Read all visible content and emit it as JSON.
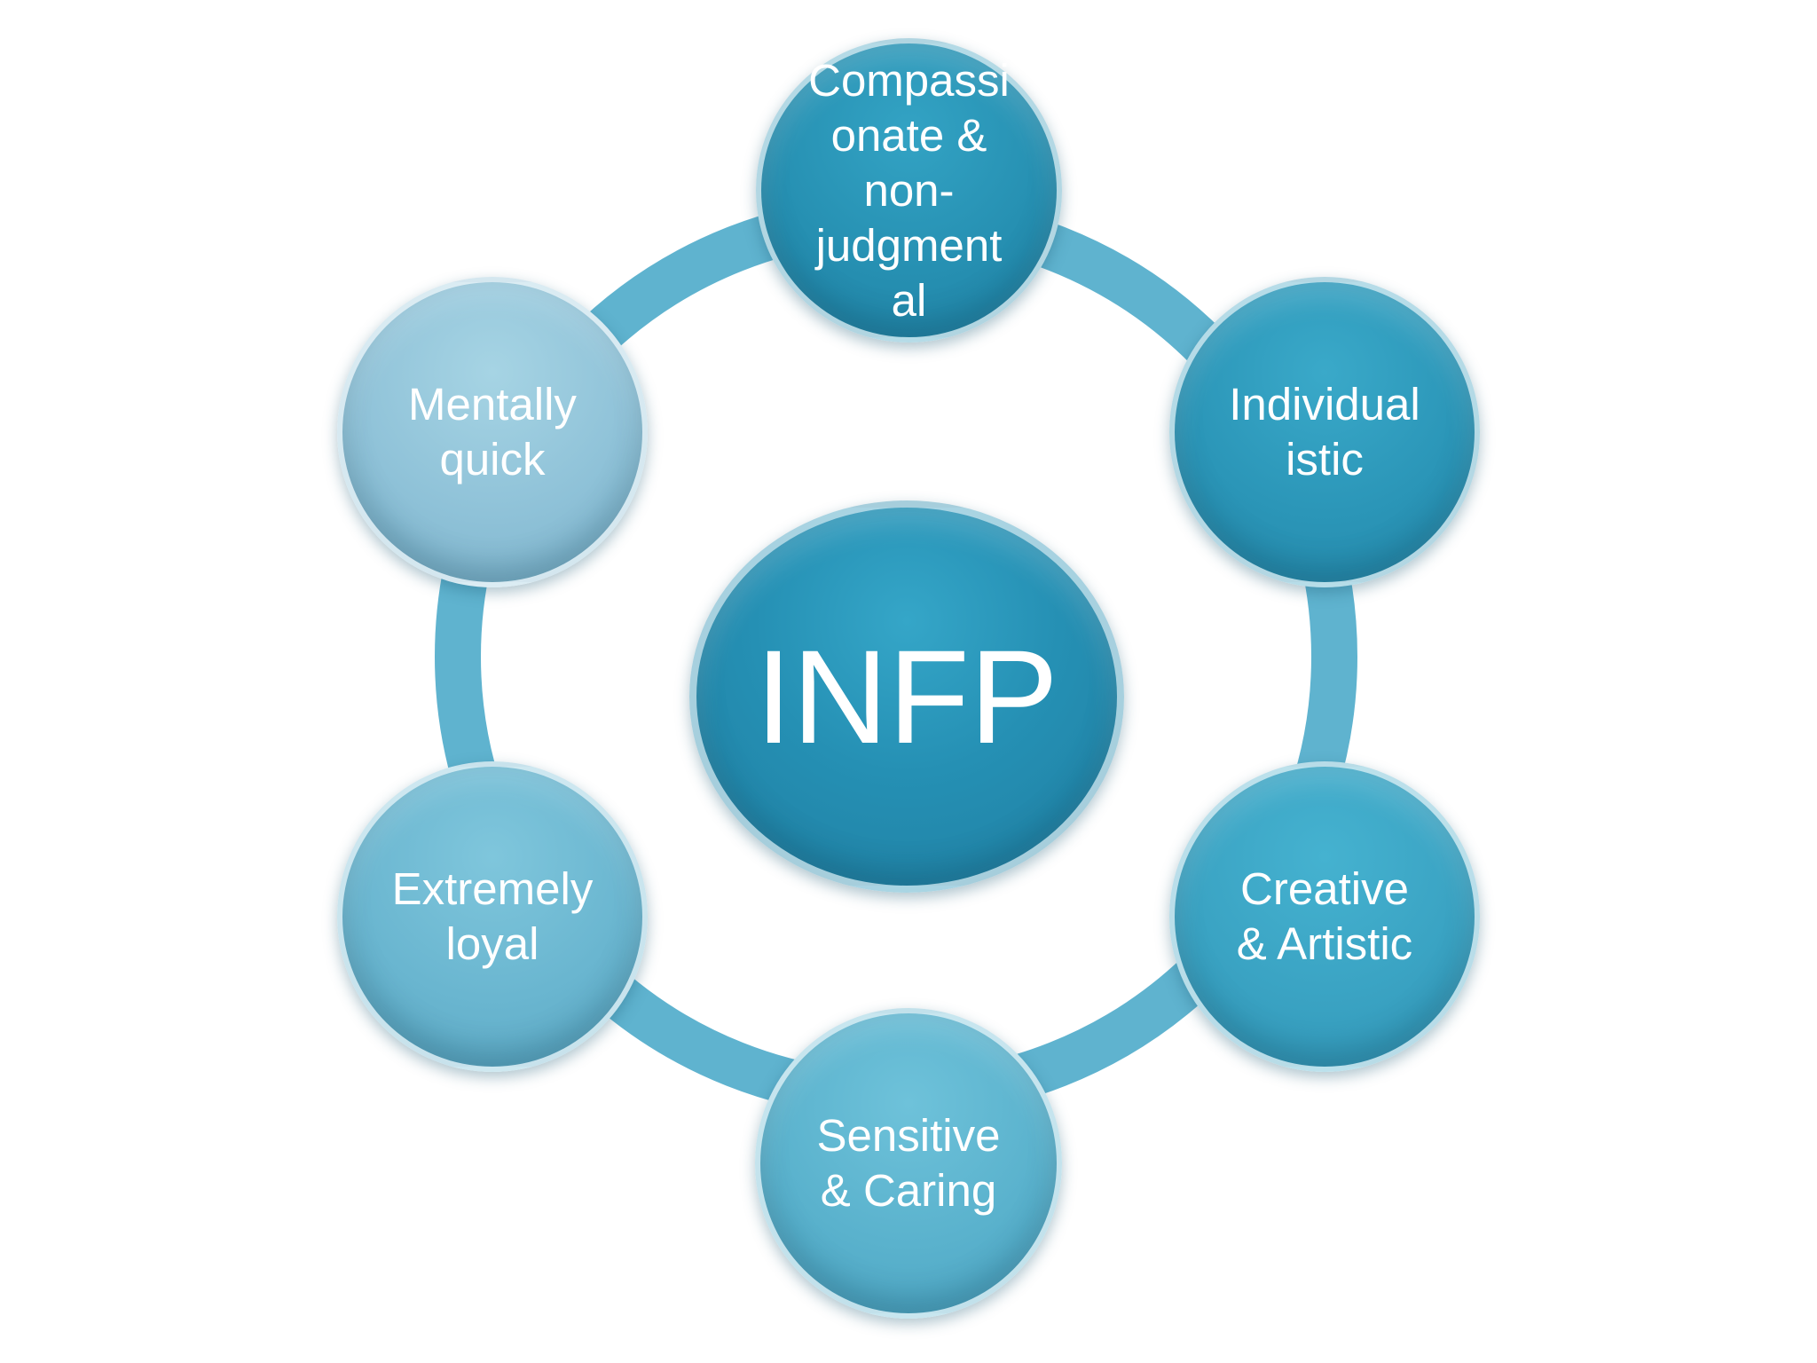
{
  "diagram": {
    "center": {
      "label": "INFP"
    },
    "traits": [
      {
        "label": "Compassi\nonate &\nnon-\njudgment\nal"
      },
      {
        "label": "Individual\nistic"
      },
      {
        "label": "Creative\n& Artistic"
      },
      {
        "label": "Sensitive\n& Caring"
      },
      {
        "label": "Extremely\nloyal"
      },
      {
        "label": "Mentally\nquick"
      }
    ]
  },
  "colors": {
    "ring": "#5fb3cf",
    "center": "#2590b4",
    "text": "#ffffff"
  }
}
